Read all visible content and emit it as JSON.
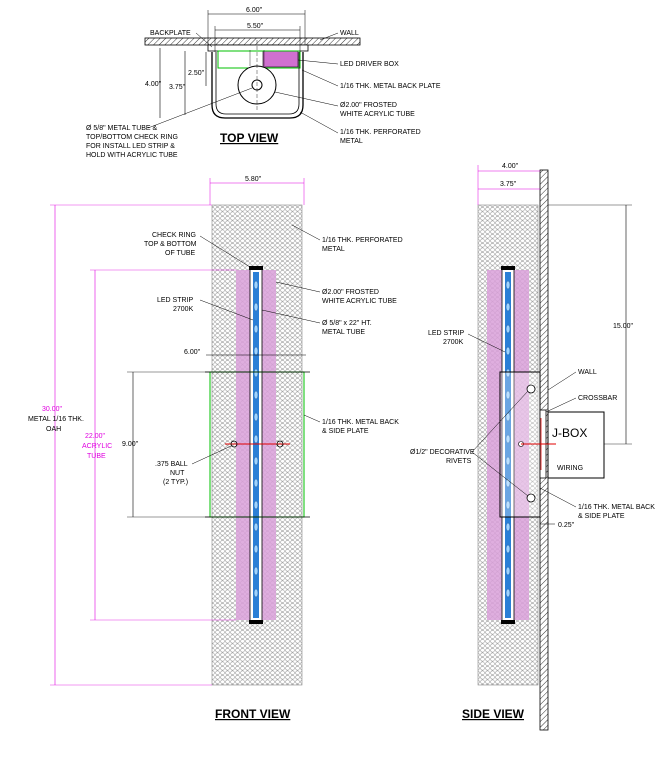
{
  "colors": {
    "magenta": "#e000e0",
    "green": "#00c000",
    "blue": "#2a7fd6",
    "red": "#e00000",
    "tube_fill": "#d9a0d9",
    "perforated": "#b8b8b8"
  },
  "top_view": {
    "title": "TOP  VIEW",
    "dim_overall": "6.00\"",
    "dim_inner": "5.50\"",
    "dim_depth": "4.00\"",
    "dim_inner_depth": "3.75\"",
    "dim_center": "2.50\"",
    "label_backplate": "BACKPLATE",
    "label_wall": "WALL",
    "label_driver": "LED DRIVER BOX",
    "label_backplate_thk": "1/16 THK. METAL BACK PLATE",
    "label_tube_1": "Ø2.00\" FROSTED",
    "label_tube_2": "WHITE ACRYLIC TUBE",
    "label_perf_1": "1/16 THK. PERFORATED",
    "label_perf_2": "METAL",
    "label_metal_1": "Ø 5/8\" METAL TUBE &",
    "label_metal_2": "TOP/BOTTOM CHECK RING",
    "label_metal_3": "FOR INSTALL LED STRIP &",
    "label_metal_4": "HOLD WITH ACRYLIC TUBE"
  },
  "front_view": {
    "title": "FRONT  VIEW",
    "dim_width": "5.80\"",
    "dim_plate_width": "6.00\"",
    "dim_plate_height": "9.00\"",
    "dim_oah_1": "30.00\"",
    "dim_oah_2": "METAL 1/16 THK.",
    "dim_oah_3": "OAH",
    "dim_tube_1": "22.00\"",
    "dim_tube_2": "ACRYLIC",
    "dim_tube_3": "TUBE",
    "label_check_1": "CHECK RING",
    "label_check_2": "TOP & BOTTOM",
    "label_check_3": "OF TUBE",
    "label_perf_1": "1/16 THK. PERFORATED",
    "label_perf_2": "METAL",
    "label_led_1": "LED STRIP",
    "label_led_2": "2700K",
    "label_acrylic_1": "Ø2.00\" FROSTED",
    "label_acrylic_2": "WHITE ACRYLIC TUBE",
    "label_mtube_1": "Ø 5/8\" x 22\" HT.",
    "label_mtube_2": "METAL TUBE",
    "label_back_1": "1/16 THK. METAL BACK",
    "label_back_2": "& SIDE PLATE",
    "label_nut_1": ".375 BALL",
    "label_nut_2": "NUT",
    "label_nut_3": "(2 TYP.)"
  },
  "side_view": {
    "title": "SIDE  VIEW",
    "dim_depth": "4.00\"",
    "dim_inner": "3.75\"",
    "dim_height": "15.00\"",
    "dim_gap": "0.25\"",
    "label_led_1": "LED STRIP",
    "label_led_2": "2700K",
    "label_wall": "WALL",
    "label_crossbar": "CROSSBAR",
    "label_jbox": "J-BOX",
    "label_wiring": "WIRING",
    "label_rivets_1": "Ø1/2\" DECORATIVE",
    "label_rivets_2": "RIVETS",
    "label_back_1": "1/16 THK. METAL BACK",
    "label_back_2": "& SIDE PLATE"
  }
}
